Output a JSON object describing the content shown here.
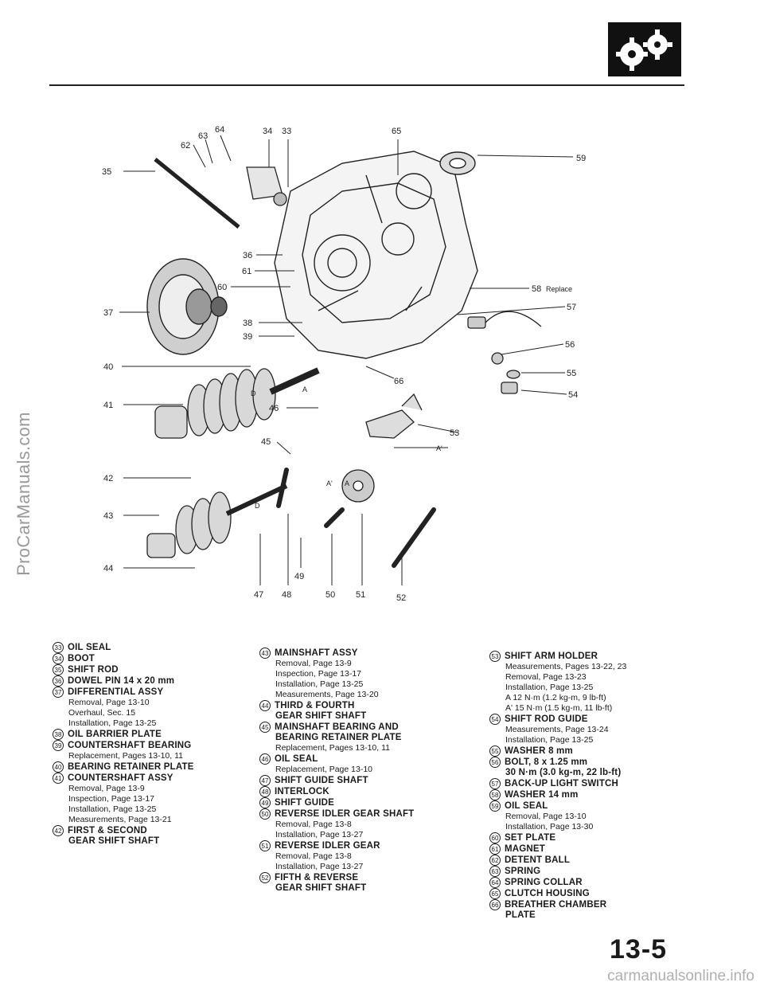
{
  "watermarks": {
    "side": "ProCarManuals.com",
    "bottom": "carmanualsonline.info"
  },
  "page_number": "13-5",
  "diagram": {
    "callouts": [
      "33",
      "34",
      "35",
      "36",
      "37",
      "38",
      "39",
      "40",
      "41",
      "42",
      "43",
      "44",
      "45",
      "46",
      "47",
      "48",
      "49",
      "50",
      "51",
      "52",
      "53",
      "54",
      "55",
      "56",
      "57",
      "58",
      "59",
      "60",
      "61",
      "62",
      "63",
      "64",
      "65",
      "66"
    ],
    "replace_note": "Replace",
    "letters": [
      "A",
      "A'",
      "D"
    ]
  },
  "legend": {
    "col1": [
      {
        "num": "33",
        "title": "OIL SEAL",
        "lines": []
      },
      {
        "num": "34",
        "title": "BOOT",
        "lines": []
      },
      {
        "num": "35",
        "title": "SHIFT ROD",
        "lines": []
      },
      {
        "num": "36",
        "title": "DOWEL PIN 14 x 20 mm",
        "lines": []
      },
      {
        "num": "37",
        "title": "DIFFERENTIAL ASSY",
        "lines": [
          "Removal, Page 13-10",
          "Overhaul, Sec. 15",
          "Installation, Page 13-25"
        ]
      },
      {
        "num": "38",
        "title": "OIL BARRIER PLATE",
        "lines": []
      },
      {
        "num": "39",
        "title": "COUNTERSHAFT BEARING",
        "lines": [
          "Replacement, Pages 13-10, 11"
        ]
      },
      {
        "num": "40",
        "title": "BEARING RETAINER PLATE",
        "lines": []
      },
      {
        "num": "41",
        "title": "COUNTERSHAFT ASSY",
        "lines": [
          "Removal, Page 13-9",
          "Inspection, Page 13-17",
          "Installation, Page 13-25",
          "Measurements, Page 13-21"
        ]
      },
      {
        "num": "42",
        "title": "FIRST & SECOND",
        "title2": "GEAR SHIFT SHAFT",
        "lines": []
      }
    ],
    "col2": [
      {
        "num": "43",
        "title": "MAINSHAFT ASSY",
        "lines": [
          "Removal, Page 13-9",
          "Inspection, Page 13-17",
          "Installation, Page 13-25",
          "Measurements, Page 13-20"
        ]
      },
      {
        "num": "44",
        "title": "THIRD & FOURTH",
        "title2": "GEAR SHIFT SHAFT",
        "lines": []
      },
      {
        "num": "45",
        "title": "MAINSHAFT BEARING AND",
        "title2": "BEARING RETAINER PLATE",
        "lines": [
          "Replacement, Pages 13-10, 11"
        ]
      },
      {
        "num": "46",
        "title": "OIL SEAL",
        "lines": [
          "Replacement, Page 13-10"
        ]
      },
      {
        "num": "47",
        "title": "SHIFT GUIDE SHAFT",
        "lines": []
      },
      {
        "num": "48",
        "title": "INTERLOCK",
        "lines": []
      },
      {
        "num": "49",
        "title": "SHIFT GUIDE",
        "lines": []
      },
      {
        "num": "50",
        "title": "REVERSE IDLER GEAR SHAFT",
        "lines": [
          "Removal, Page 13-8",
          "Installation, Page 13-27"
        ]
      },
      {
        "num": "51",
        "title": "REVERSE IDLER GEAR",
        "lines": [
          "Removal, Page 13-8",
          "Installation, Page 13-27"
        ]
      },
      {
        "num": "52",
        "title": "FIFTH & REVERSE",
        "title2": "GEAR SHIFT SHAFT",
        "lines": []
      }
    ],
    "col3": [
      {
        "num": "53",
        "title": "SHIFT ARM HOLDER",
        "lines": [
          "Measurements, Pages 13-22, 23",
          "Removal, Page 13-23",
          "Installation, Page 13-25",
          "A 12 N·m (1.2 kg-m, 9 lb-ft)",
          "A' 15 N·m (1.5 kg-m, 11 lb-ft)"
        ]
      },
      {
        "num": "54",
        "title": "SHIFT ROD GUIDE",
        "lines": [
          "Measurements, Page 13-24",
          "Installation, Page 13-25"
        ]
      },
      {
        "num": "55",
        "title": "WASHER 8 mm",
        "lines": []
      },
      {
        "num": "56",
        "title": "BOLT, 8 x 1.25 mm",
        "title2": "30 N·m (3.0 kg-m, 22 lb-ft)",
        "lines": []
      },
      {
        "num": "57",
        "title": "BACK-UP LIGHT SWITCH",
        "lines": []
      },
      {
        "num": "58",
        "title": "WASHER 14 mm",
        "lines": []
      },
      {
        "num": "59",
        "title": "OIL SEAL",
        "lines": [
          "Removal, Page 13-10",
          "Installation, Page 13-30"
        ]
      },
      {
        "num": "60",
        "title": "SET PLATE",
        "lines": []
      },
      {
        "num": "61",
        "title": "MAGNET",
        "lines": []
      },
      {
        "num": "62",
        "title": "DETENT BALL",
        "lines": []
      },
      {
        "num": "63",
        "title": "SPRING",
        "lines": []
      },
      {
        "num": "64",
        "title": "SPRING COLLAR",
        "lines": []
      },
      {
        "num": "65",
        "title": "CLUTCH HOUSING",
        "lines": []
      },
      {
        "num": "66",
        "title": "BREATHER CHAMBER",
        "title2": "PLATE",
        "lines": []
      }
    ]
  }
}
